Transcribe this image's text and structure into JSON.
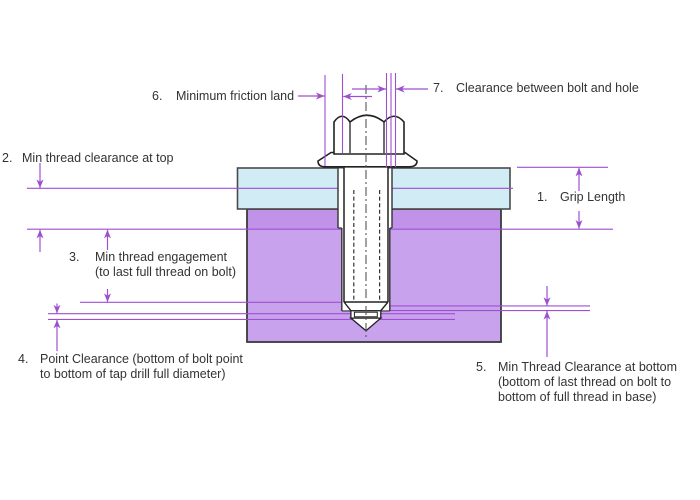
{
  "labels": {
    "l1": {
      "num": "1.",
      "text": "Grip Length"
    },
    "l2": {
      "num": "2.",
      "text": "Min thread clearance at top"
    },
    "l3": {
      "num": "3.",
      "line1": "Min thread engagement",
      "line2": "(to last full thread on bolt)"
    },
    "l4": {
      "num": "4.",
      "line1": "Point Clearance (bottom of bolt point",
      "line2": "to bottom of tap drill full diameter)"
    },
    "l5": {
      "num": "5.",
      "line1": "Min Thread Clearance at bottom",
      "line2": "(bottom of last thread on bolt to",
      "line3": "bottom of full thread in base)"
    },
    "l6": {
      "num": "6.",
      "text": "Minimum friction land"
    },
    "l7": {
      "num": "7.",
      "text": "Clearance between bolt and hole"
    }
  },
  "colors": {
    "plate": "#d2ecf6",
    "base": "#c9a2ee",
    "base_band": "#c193e8",
    "dimension": "#9e4fd1",
    "outline": "#3a3a3a",
    "bolt_line": "#222222",
    "text": "#333333"
  }
}
